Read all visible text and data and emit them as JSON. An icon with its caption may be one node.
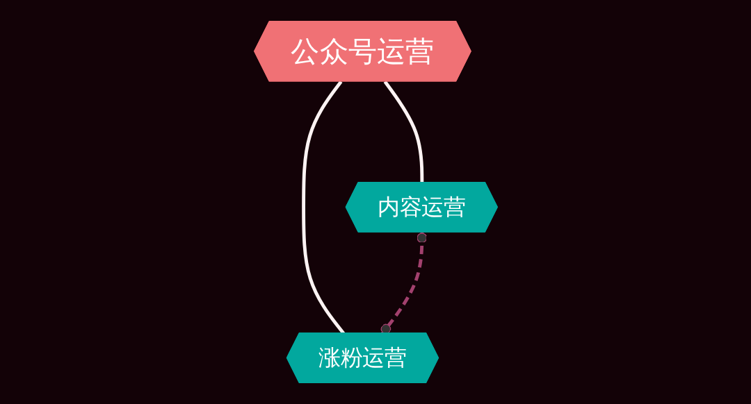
{
  "diagram": {
    "nodes": [
      {
        "text": [
          "公众号运营"
        ]
      },
      {
        "text": [
          "内容运营"
        ]
      },
      {
        "text": [
          "涨粉运营"
        ]
      }
    ],
    "edges": [
      {
        "from": 0,
        "to": 1,
        "arrow": "none"
      },
      {
        "from": 0,
        "to": 2,
        "arrow": "none"
      },
      {
        "from": 1,
        "to": 2,
        "arrow": "other",
        "style": "dashed",
        "color": "#a3416e"
      }
    ]
  }
}
